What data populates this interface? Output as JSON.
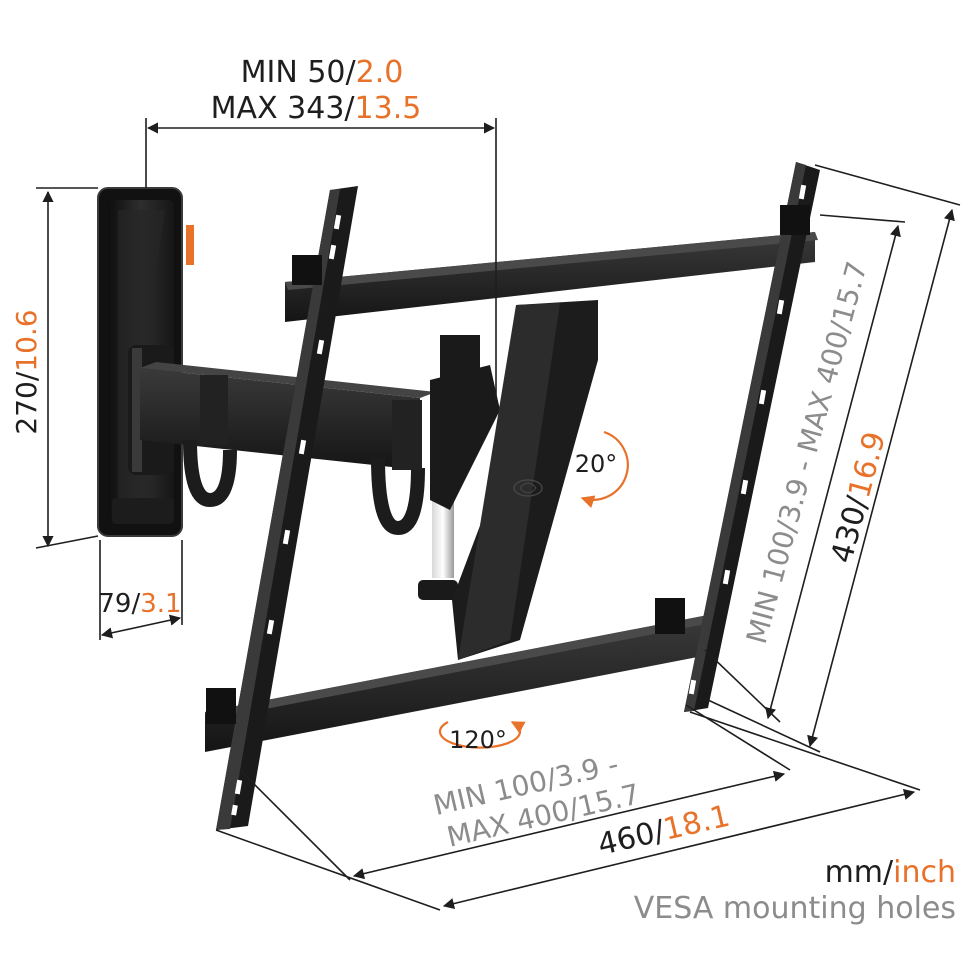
{
  "colors": {
    "dark": "#1e1e1e",
    "accent": "#e8722a",
    "gray": "#8c8c8c",
    "metal": "#2b2b2b"
  },
  "arm_extension": {
    "min_mm": "MIN 50/",
    "min_in": "2.0",
    "max_mm": "MAX 343/",
    "max_in": "13.5"
  },
  "wall_plate_height": {
    "mm": "270/",
    "in": "10.6"
  },
  "wall_plate_depth": {
    "mm": "79/",
    "in": "3.1"
  },
  "tilt_angle": "20°",
  "swivel_angle": "120°",
  "vesa_vertical": {
    "mm_min": "MIN 100/",
    "in_min": "3.9",
    "sep": " - ",
    "mm_max": "MAX 400/",
    "in_max": "15.7"
  },
  "frame_height": {
    "mm": "430/",
    "in": "16.9"
  },
  "vesa_horizontal": {
    "line1_mm": "MIN 100/",
    "line1_in": "3.9 -",
    "line2_mm": "MAX 400/",
    "line2_in": "15.7"
  },
  "frame_width": {
    "mm": "460/",
    "in": "18.1"
  },
  "legend": {
    "mm": "mm/",
    "inch": "inch",
    "vesa_note": "VESA mounting holes"
  },
  "icons": [
    "tilt-arrow-icon",
    "swivel-arrow-icon",
    "brand-logo-icon"
  ]
}
